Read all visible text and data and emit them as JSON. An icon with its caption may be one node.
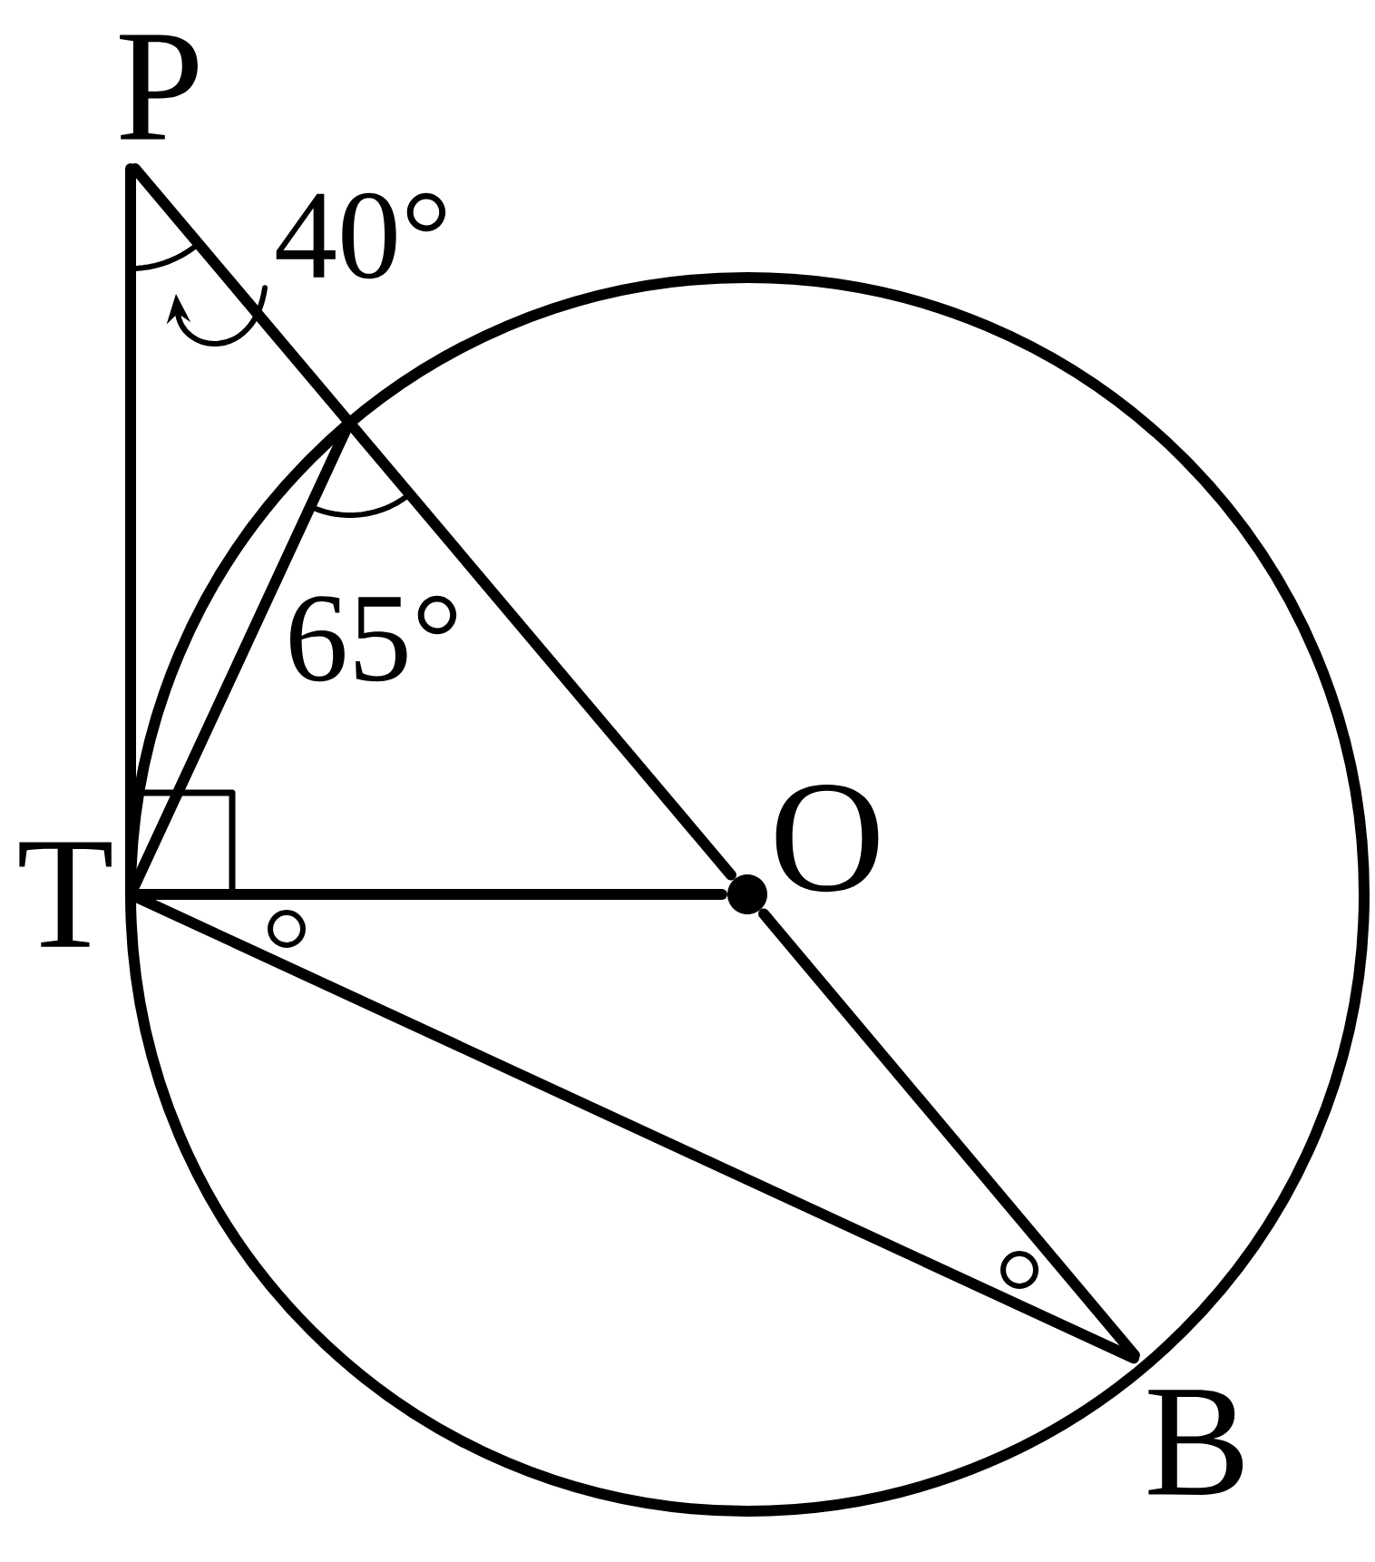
{
  "diagram": {
    "nodes": [
      {
        "text": [
          "P"
        ]
      },
      {
        "text": [
          "T"
        ]
      },
      {
        "text": [
          "O"
        ]
      },
      {
        "text": [
          "B"
        ]
      },
      {
        "text": [
          "40°"
        ]
      }
    ],
    "edges": [
      {
        "from": 0,
        "to": 1,
        "arrow": "none"
      },
      {
        "from": 0,
        "to": 2,
        "arrow": "none"
      },
      {
        "from": 2,
        "to": 3,
        "arrow": "none"
      },
      {
        "from": 1,
        "to": null,
        "arrow": "none"
      },
      {
        "from": 1,
        "to": 2,
        "arrow": "none"
      },
      {
        "from": 1,
        "to": 3,
        "arrow": "none"
      },
      {
        "from": 4,
        "to": null,
        "arrow": "to"
      }
    ],
    "labels": [
      "65°"
    ]
  }
}
